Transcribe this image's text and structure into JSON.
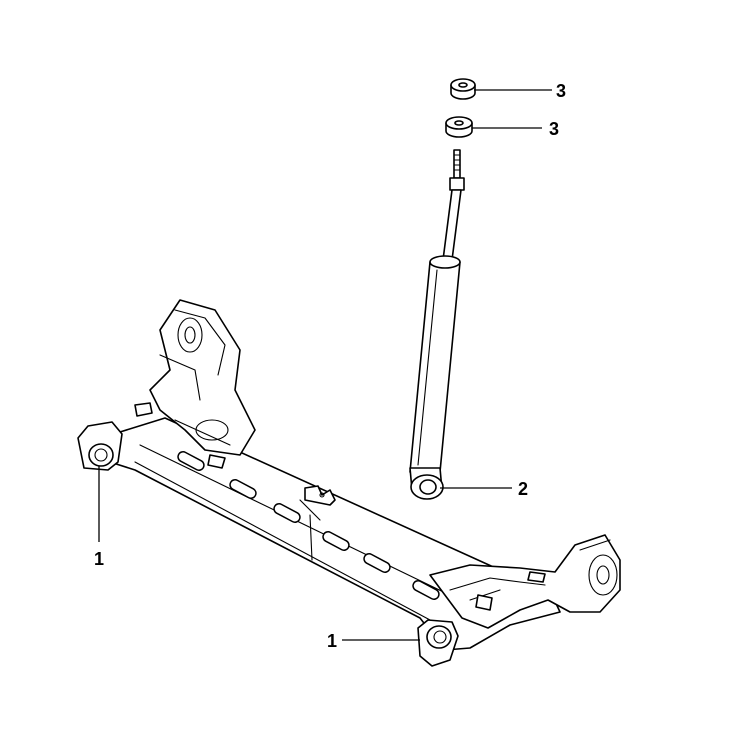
{
  "callouts": {
    "washer_top": "3",
    "washer_bottom": "3",
    "shock_absorber": "2",
    "bushing_left": "1",
    "bushing_right": "1"
  },
  "colors": {
    "line": "#000000",
    "background": "#ffffff"
  }
}
